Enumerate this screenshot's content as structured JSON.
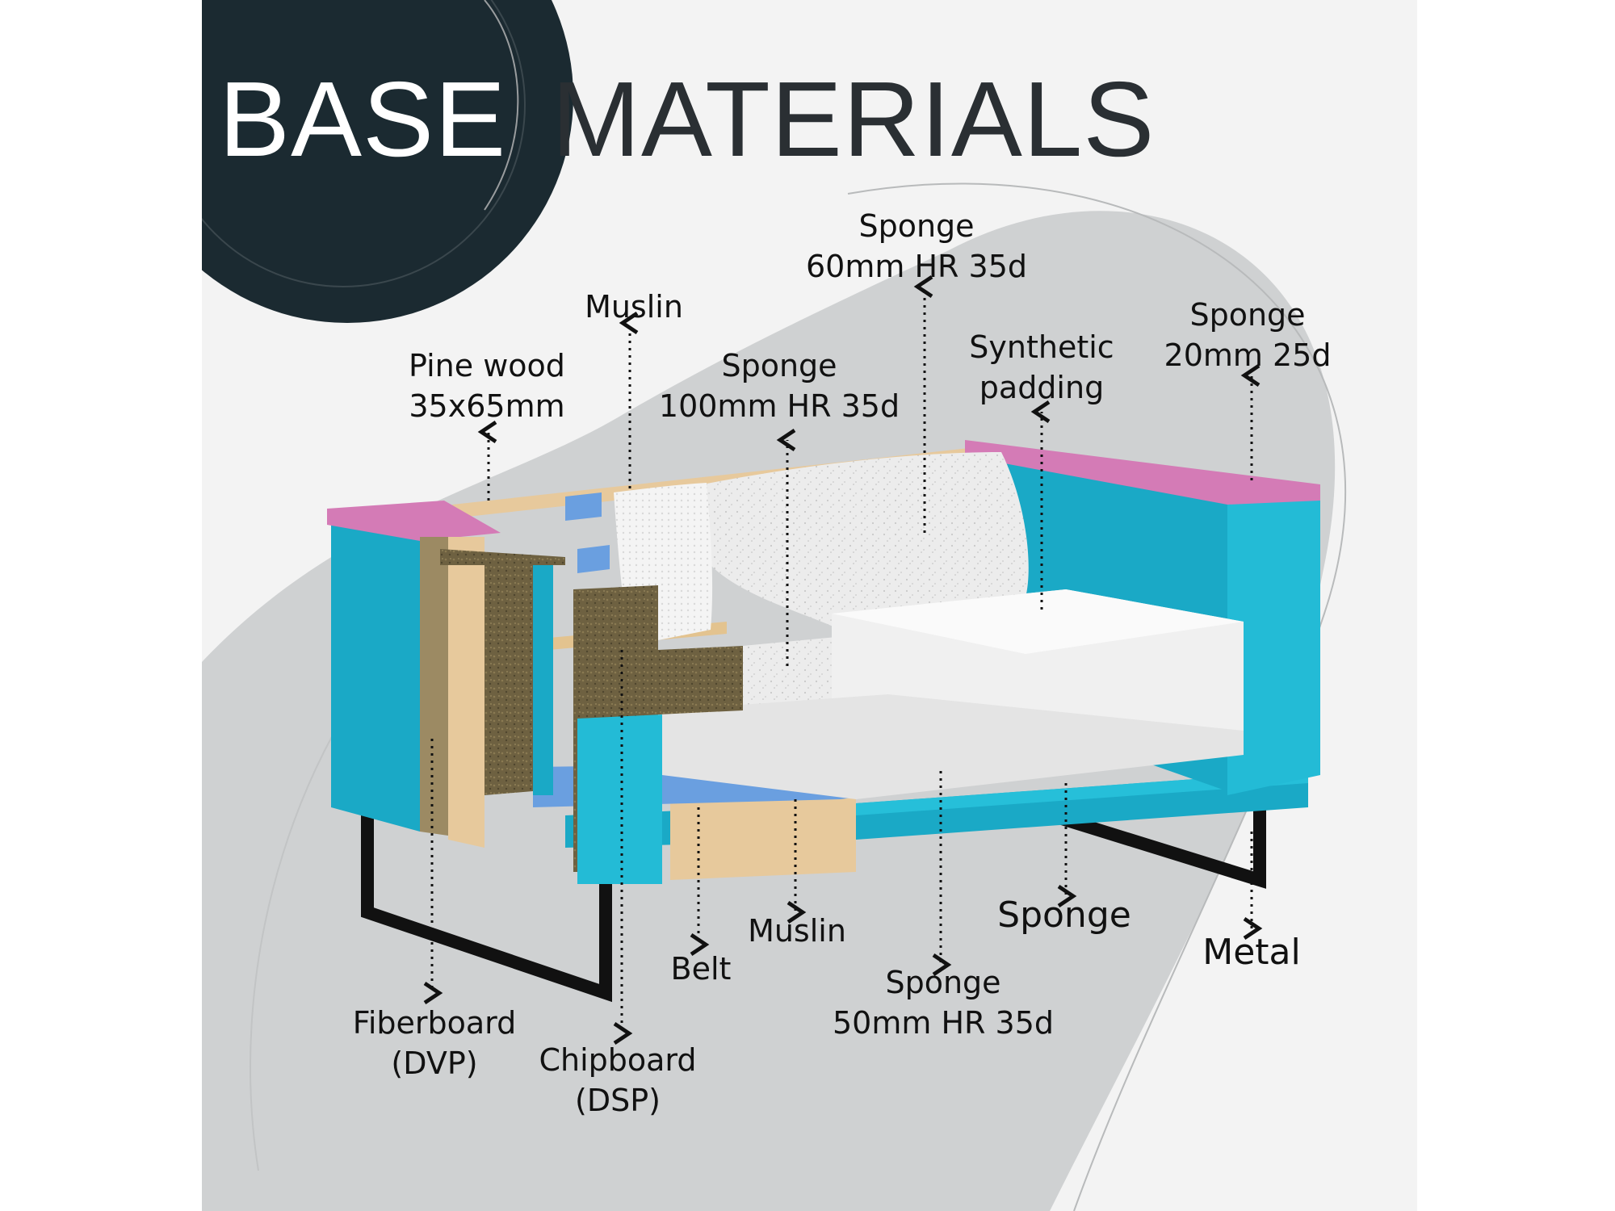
{
  "title": {
    "word1": "BASE",
    "word2": "MATERIALS"
  },
  "colors": {
    "dark_circle": "#1b2a31",
    "background_gray": "#cfd1d2",
    "cyan_sponge": "#1db3cf",
    "pink_sponge": "#d47bb6",
    "pine_wood": "#e7c99c",
    "chipboard": "#6d6040",
    "white_foam": "#eeeeee",
    "belt_blue": "#6a9fe0",
    "metal": "#111111"
  },
  "labels": {
    "pine_wood": {
      "line1": "Pine wood",
      "line2": "35x65mm"
    },
    "muslin_top": {
      "line1": "Muslin"
    },
    "sponge_100": {
      "line1": "Sponge",
      "line2": "100mm HR 35d"
    },
    "sponge_60": {
      "line1": "Sponge",
      "line2": "60mm HR 35d"
    },
    "synthetic_padding": {
      "line1": "Synthetic",
      "line2": "padding"
    },
    "sponge_20": {
      "line1": "Sponge",
      "line2": "20mm 25d"
    },
    "fiberboard": {
      "line1": "Fiberboard",
      "line2": "(DVP)"
    },
    "chipboard": {
      "line1": "Chipboard",
      "line2": "(DSP)"
    },
    "belt": {
      "line1": "Belt"
    },
    "muslin_bottom": {
      "line1": "Muslin"
    },
    "sponge_50": {
      "line1": "Sponge",
      "line2": "50mm HR 35d"
    },
    "sponge_bottom": {
      "line1": "Sponge"
    },
    "metal": {
      "line1": "Metal"
    }
  }
}
